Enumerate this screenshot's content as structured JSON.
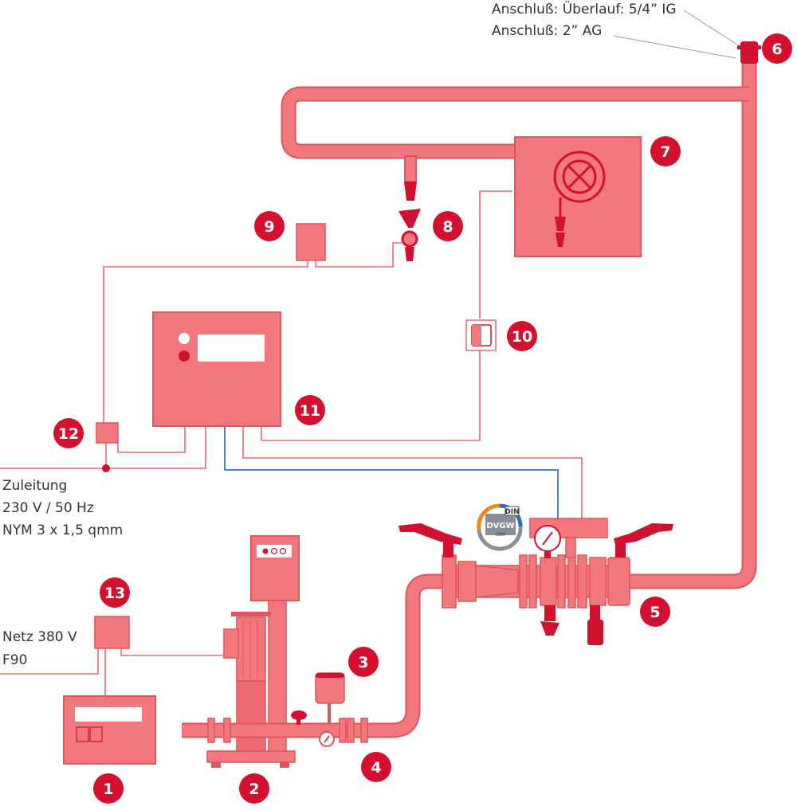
{
  "colors": {
    "pipe": "#f2787e",
    "pipe_stroke": "#e0545c",
    "dark_red": "#d21030",
    "badge": "#d4102e",
    "wire": "#ee6570",
    "signal": "#2f78c4",
    "cert_orange": "#e98a1f",
    "cert_blue": "#2a6db5",
    "cert_gray": "#8a8f96"
  },
  "labels": {
    "overflow_connection": "Anschluß: Überlauf: 5/4” IG",
    "main_connection": "Anschluß: 2” AG",
    "supply_line1": "Zuleitung",
    "supply_line2": "230 V / 50 Hz",
    "supply_line3": "NYM 3 x 1,5 qmm",
    "power_line1": "Netz 380 V",
    "power_line2": "F90"
  },
  "certification": {
    "standard": "DIN",
    "body": "DVGW",
    "mark": "CERT"
  },
  "badges": [
    "1",
    "2",
    "3",
    "4",
    "5",
    "6",
    "7",
    "8",
    "9",
    "10",
    "11",
    "12",
    "13"
  ]
}
